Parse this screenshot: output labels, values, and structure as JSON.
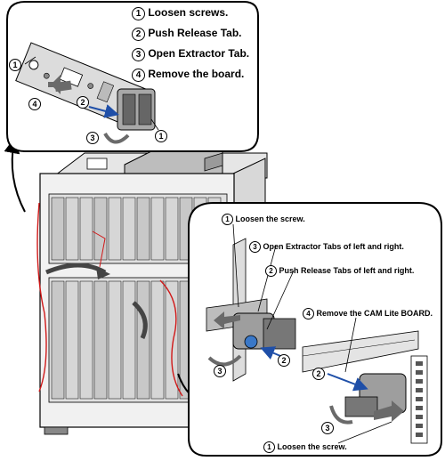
{
  "top_panel": {
    "steps": [
      {
        "num": "1",
        "text": "Loosen screws."
      },
      {
        "num": "2",
        "text": "Push Release Tab."
      },
      {
        "num": "3",
        "text": "Open Extractor Tab."
      },
      {
        "num": "4",
        "text": "Remove the board."
      }
    ],
    "callouts": [
      "1",
      "4",
      "2",
      "3",
      "1"
    ]
  },
  "detail_panel": {
    "labels": [
      {
        "num": "1",
        "text": "Loosen the screw."
      },
      {
        "num": "3",
        "text": "Open Extractor Tabs of left and right."
      },
      {
        "num": "2",
        "text": "Push Release Tabs of left and right."
      },
      {
        "num": "4",
        "text": "Remove the CAM Lite BOARD."
      },
      {
        "num": "1",
        "text": "Loosen the screw."
      }
    ],
    "callouts": [
      "2",
      "3",
      "2",
      "3"
    ]
  },
  "colors": {
    "outline": "#000000",
    "arrow_blue": "#1f4fa8",
    "cable_red": "#d01818",
    "chassis_gray": "#cfcfcf",
    "dark_gray": "#555555"
  }
}
